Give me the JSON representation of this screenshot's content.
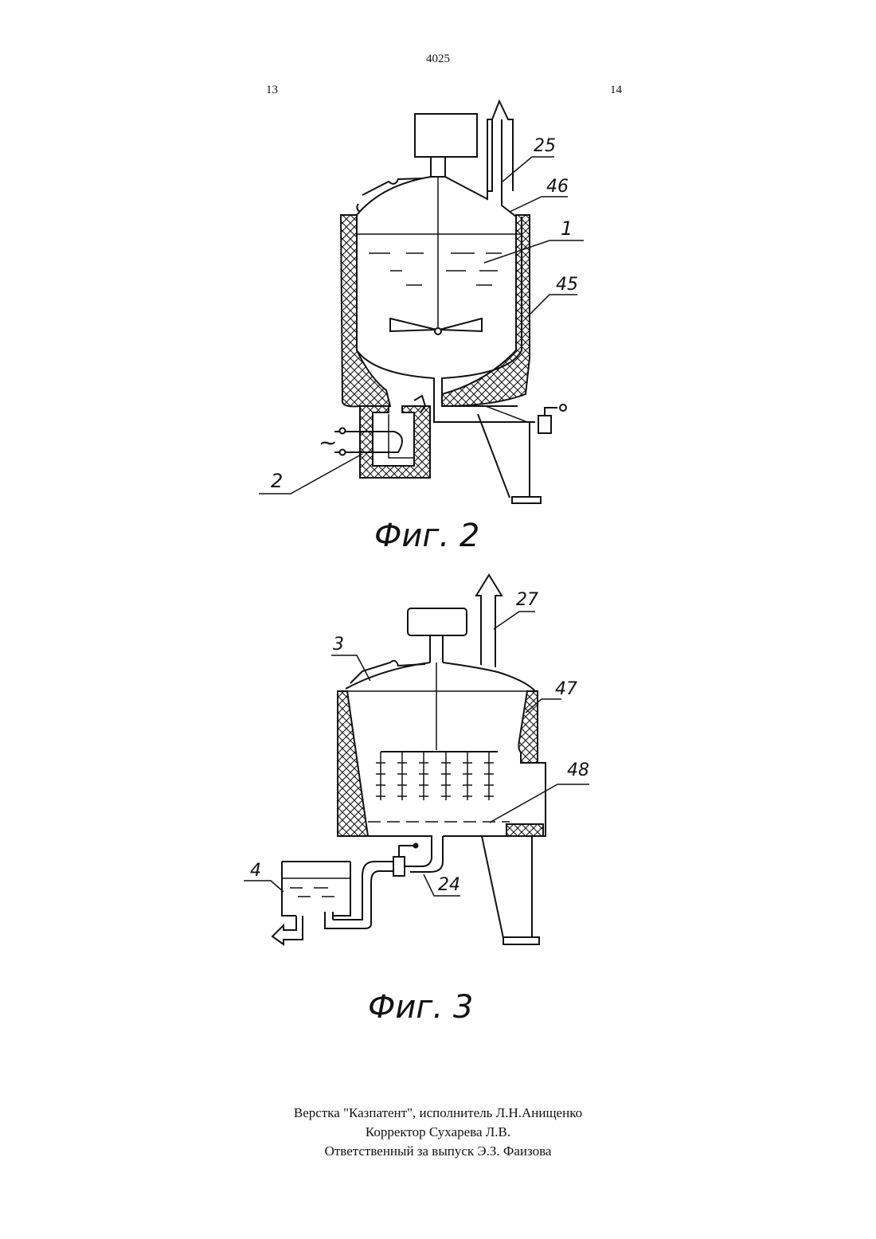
{
  "header": {
    "page_number": "4025",
    "column_left": "13",
    "column_right": "14"
  },
  "figure2": {
    "caption": "Фиг. 2",
    "labels": {
      "l25": "25",
      "l46": "46",
      "l1": "1",
      "l45": "45",
      "l2": "2",
      "tilde": "~"
    }
  },
  "figure3": {
    "caption": "Фиг. 3",
    "labels": {
      "l27": "27",
      "l3": "3",
      "l47": "47",
      "l48": "48",
      "l4": "4",
      "l24": "24"
    }
  },
  "footer": {
    "line1": "Верстка \"Казпатент\", исполнитель  Л.Н.Анищенко",
    "line2": "Корректор Сухарева Л.В.",
    "line3": "Ответственный за выпуск Э.З. Фаизова"
  }
}
